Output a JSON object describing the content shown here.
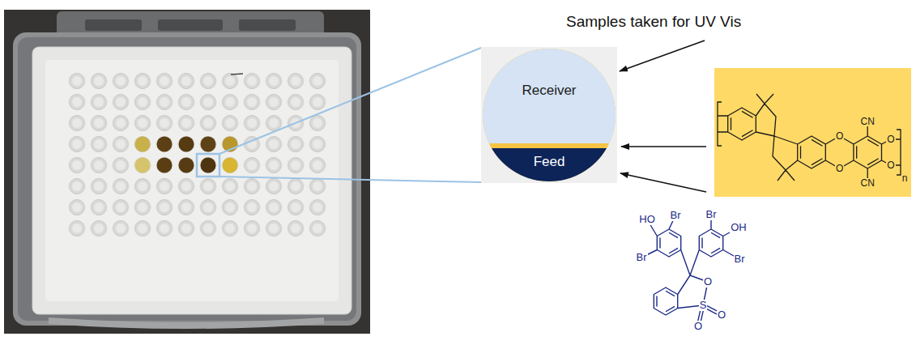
{
  "diagram": {
    "nodes": [
      {
        "text": [
          "Receiver"
        ]
      },
      {
        "text": [
          "Feed"
        ]
      },
      {
        "text": [
          "CN",
          "O",
          "O",
          "O",
          "O",
          "CN",
          "n"
        ]
      }
    ],
    "labels": [
      "Samples taken for UV Vis",
      "HO",
      "Br",
      "Br",
      "OH",
      "Br",
      "Br",
      "O",
      "S",
      "O",
      "O"
    ]
  }
}
